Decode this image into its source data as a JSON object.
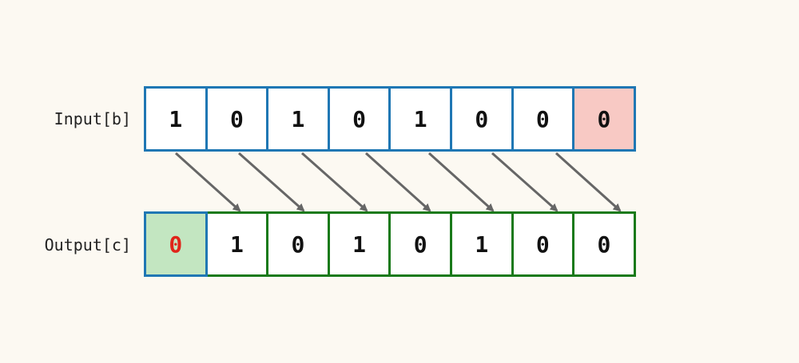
{
  "colors": {
    "background": "#fcf9f2",
    "input_border": "#1f77b4",
    "output_border": "#1a7a1a",
    "dropped_bit_fill": "#f8c9c4",
    "inserted_bit_fill": "#c3e6c1",
    "inserted_bit_text": "#e0241a",
    "arrow": "#666666"
  },
  "input": {
    "label": "Input[b]",
    "bits": [
      "1",
      "0",
      "1",
      "0",
      "1",
      "0",
      "0",
      "0"
    ]
  },
  "output": {
    "label": "Output[c]",
    "bits": [
      "0",
      "1",
      "0",
      "1",
      "0",
      "1",
      "0",
      "0"
    ]
  }
}
